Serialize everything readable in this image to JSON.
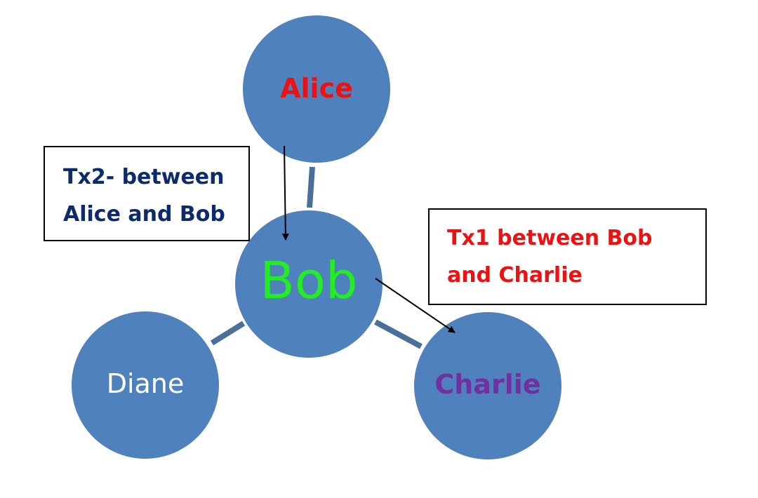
{
  "nodes": {
    "alice": {
      "label": "Alice",
      "color": "#ee1111"
    },
    "bob": {
      "label": "Bob",
      "color": "#22ee22"
    },
    "charlie": {
      "label": "Charlie",
      "color": "#7030a0"
    },
    "diane": {
      "label": "Diane",
      "color": "#ffffff"
    }
  },
  "notes": {
    "tx2": {
      "line1": "Tx2- between",
      "line2": "Alice and Bob",
      "color": "#0d2b6b"
    },
    "tx1": {
      "line1": "Tx1 between Bob",
      "line2": "and Charlie",
      "color": "#ee1111"
    }
  },
  "colors": {
    "node_fill": "#4f81bd",
    "edge": "#4a6f9a",
    "arrow": "#000000"
  }
}
